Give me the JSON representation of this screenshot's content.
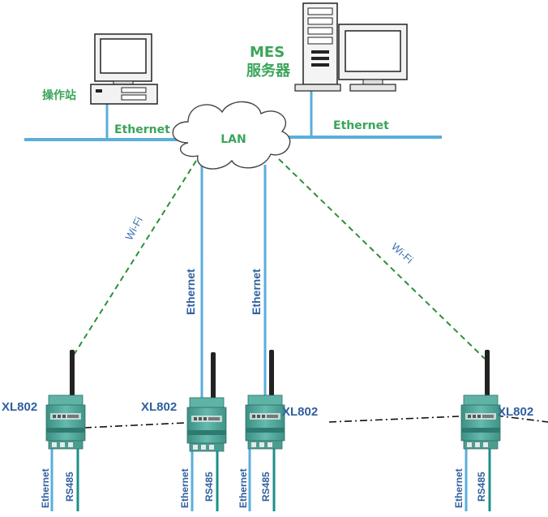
{
  "diagram": {
    "operator_station": {
      "label": "操作站"
    },
    "mes_server": {
      "title": "MES",
      "subtitle": "服务器"
    },
    "cloud": {
      "label": "LAN"
    },
    "links": {
      "ethernet_left": "Ethernet",
      "ethernet_right": "Ethernet",
      "ethernet_v1": "Ethernet",
      "ethernet_v2": "Ethernet",
      "wifi_left": "Wi-Fi",
      "wifi_right": "Wi-Fi"
    },
    "devices": [
      {
        "name": "XL802",
        "port_a": "Ethernet",
        "port_b": "RS485"
      },
      {
        "name": "XL802",
        "port_a": "Ethernet",
        "port_b": "RS485"
      },
      {
        "name": "XL802",
        "port_a": "Ethernet",
        "port_b": "RS485"
      },
      {
        "name": "XL802",
        "port_a": "Ethernet",
        "port_b": "RS485"
      }
    ],
    "colors": {
      "ethernet_line": "#5aaedc",
      "wifi_line": "#2c8f3a",
      "label_blue": "#2f5f9e",
      "label_green": "#3aa55a",
      "device_body": "#4fa79a",
      "cable_teal": "#1c8f8a"
    }
  }
}
